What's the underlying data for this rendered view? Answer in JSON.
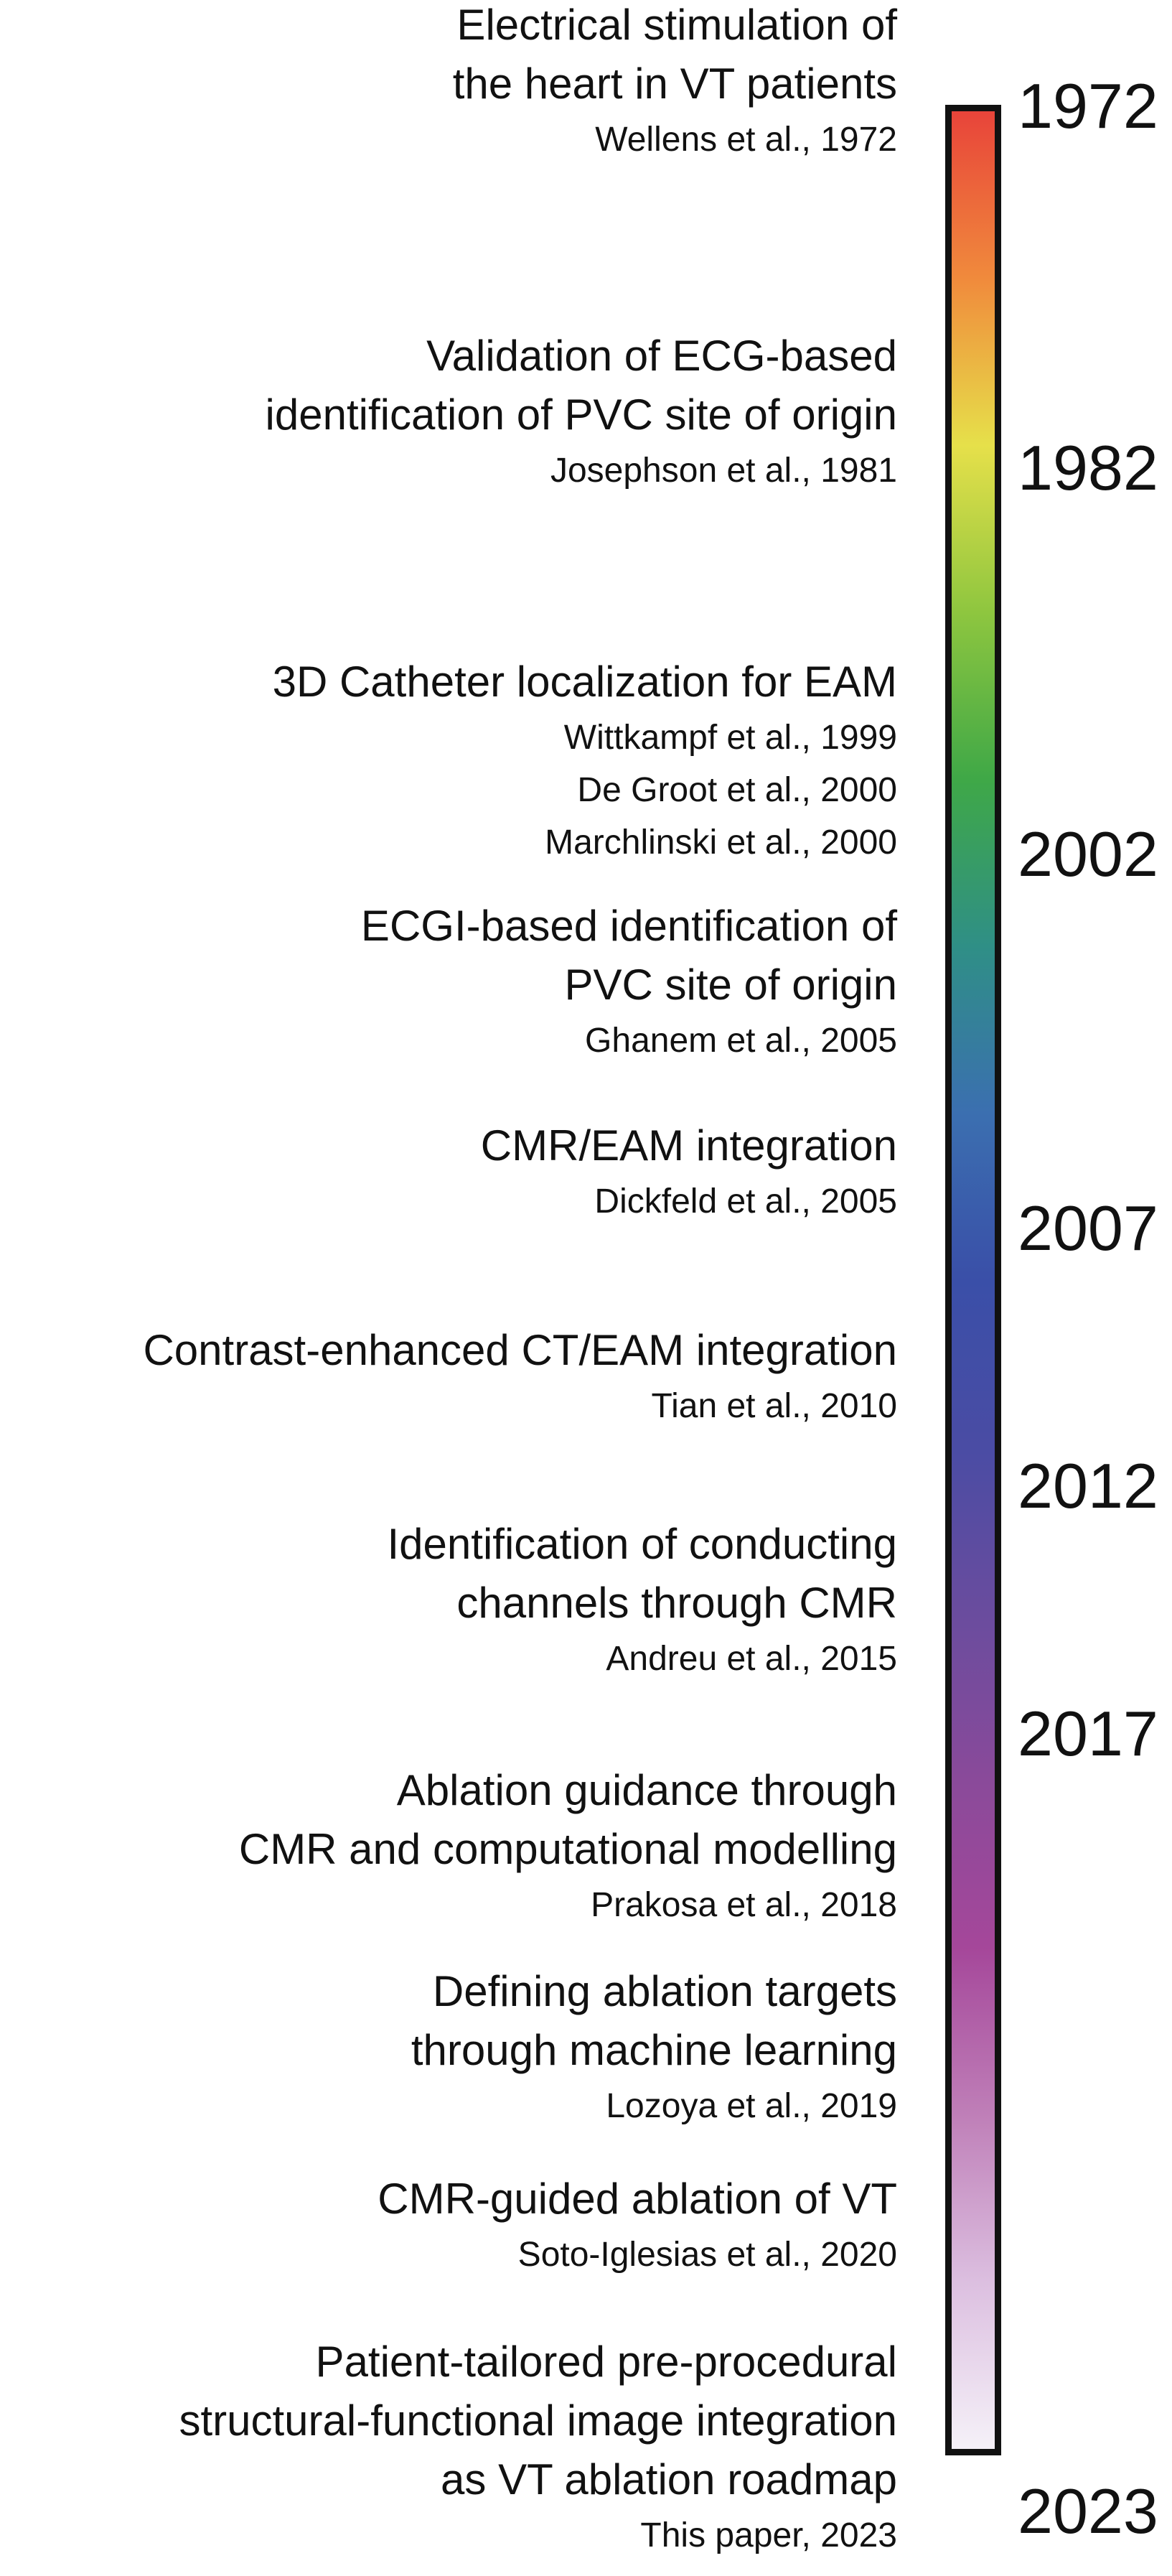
{
  "events": [
    {
      "title": [
        "Electrical stimulation of",
        "the heart in VT patients"
      ],
      "citations": [
        "Wellens et al., 1972"
      ]
    },
    {
      "title": [
        "Validation of ECG-based",
        "identification of PVC site of origin"
      ],
      "citations": [
        "Josephson et al., 1981"
      ]
    },
    {
      "title": [
        "3D Catheter localization for EAM"
      ],
      "citations": [
        "Wittkampf et al., 1999",
        "De Groot et al., 2000",
        "Marchlinski et al., 2000"
      ]
    },
    {
      "title": [
        "ECGI-based identification of",
        "PVC site of origin"
      ],
      "citations": [
        "Ghanem et al., 2005"
      ]
    },
    {
      "title": [
        "CMR/EAM integration"
      ],
      "citations": [
        "Dickfeld et al., 2005"
      ]
    },
    {
      "title": [
        "Contrast-enhanced CT/EAM integration"
      ],
      "citations": [
        "Tian et al., 2010"
      ]
    },
    {
      "title": [
        "Identification of conducting",
        "channels through CMR"
      ],
      "citations": [
        "Andreu et al., 2015"
      ]
    },
    {
      "title": [
        "Ablation guidance through",
        "CMR and computational modelling"
      ],
      "citations": [
        "Prakosa et al., 2018"
      ]
    },
    {
      "title": [
        "Defining ablation targets",
        "through machine learning"
      ],
      "citations": [
        "Lozoya et al., 2019"
      ]
    },
    {
      "title": [
        "CMR-guided ablation of VT"
      ],
      "citations": [
        "Soto-Iglesias et al., 2020"
      ]
    },
    {
      "title": [
        "Patient-tailored pre-procedural",
        "structural-functional image integration",
        "as VT ablation roadmap"
      ],
      "citations": [
        "This paper, 2023"
      ]
    }
  ],
  "timeline": {
    "start_year": 1972,
    "end_year": 2023,
    "year_labels": [
      "1972",
      "1982",
      "2002",
      "2007",
      "2012",
      "2017",
      "2023"
    ],
    "colors": [
      "#e8443a",
      "#f08a3c",
      "#e6e04a",
      "#8ec63f",
      "#3fa847",
      "#2f8f86",
      "#3b6fb0",
      "#3a4fa8",
      "#4a4ca4",
      "#6a4c9e",
      "#8a4a9a",
      "#a5479a",
      "#bf7fb8",
      "#dcbfe0",
      "#f5f1f8"
    ]
  }
}
